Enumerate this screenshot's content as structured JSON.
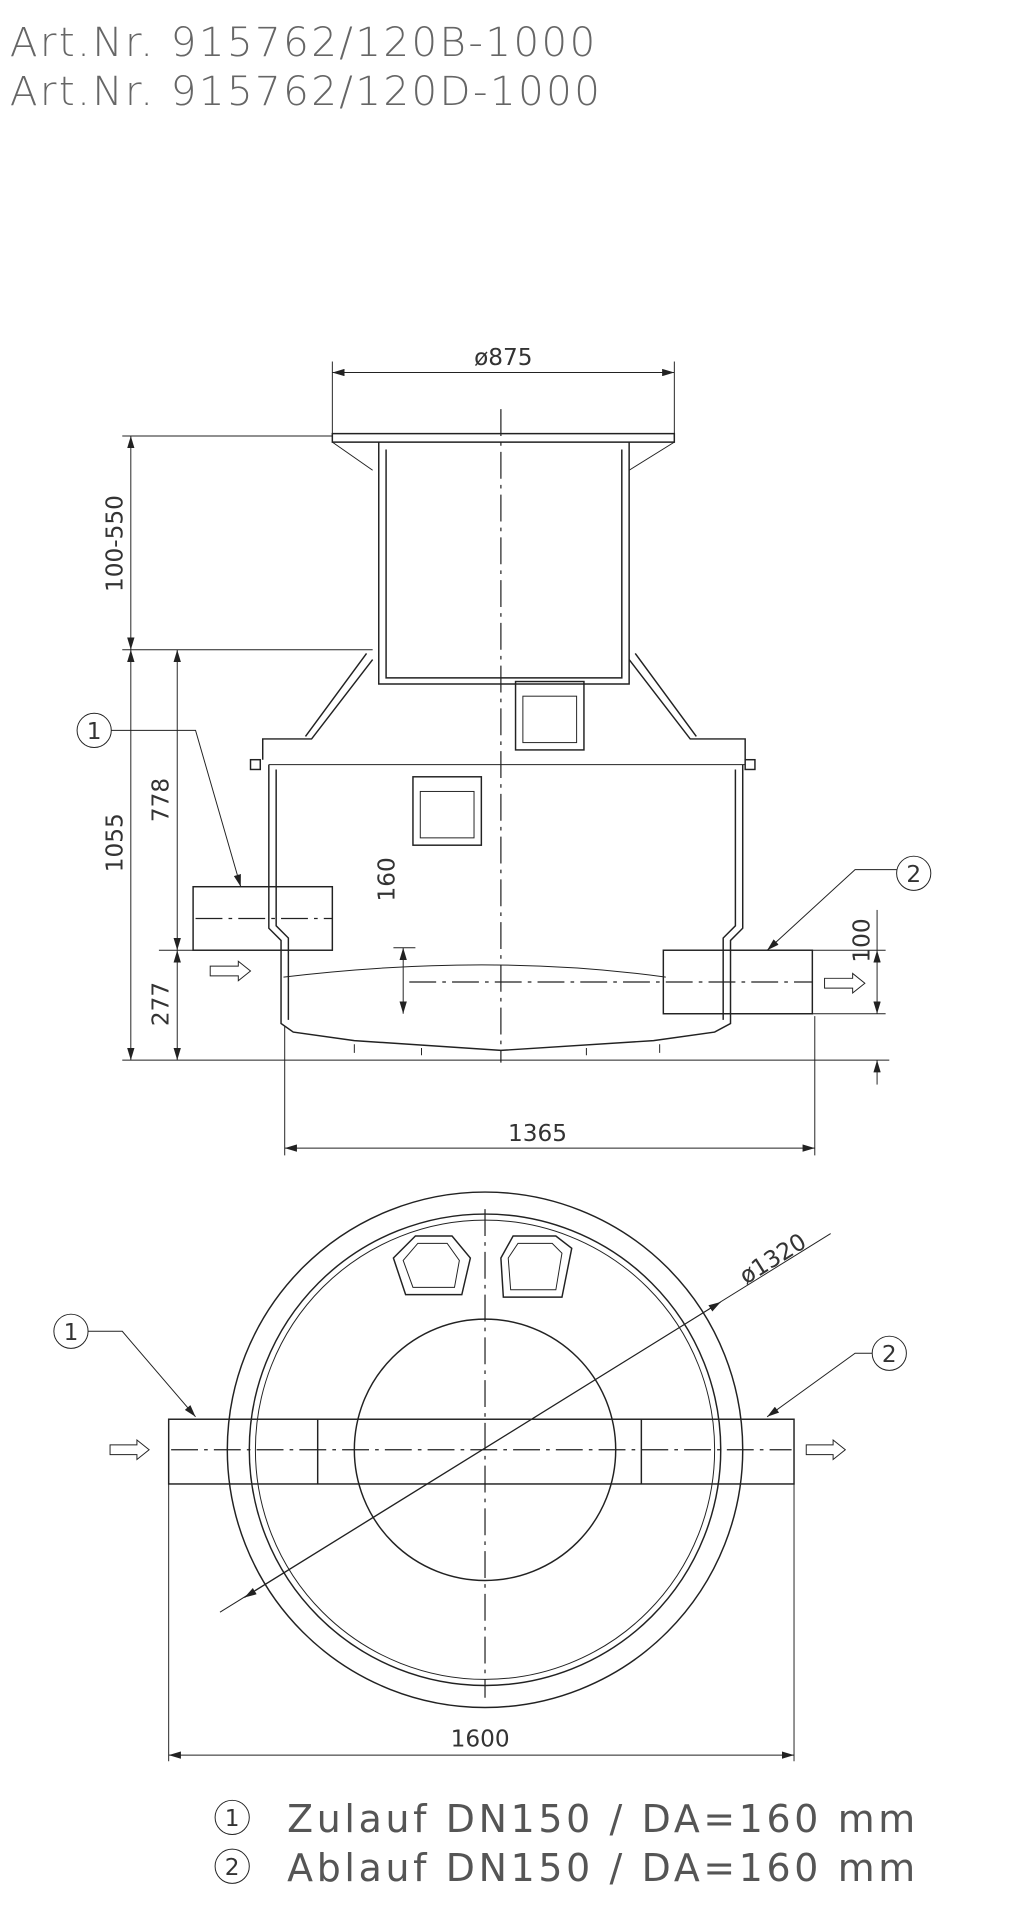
{
  "header": {
    "line1": "Art.Nr.  915762/120B-1000",
    "line2": "Art.Nr.  915762/120D-1000"
  },
  "side_view": {
    "dims": {
      "diameter_top": "ø875",
      "riser": "100-550",
      "d778": "778",
      "d1055": "1055",
      "d277": "277",
      "d160": "160",
      "d100": "100",
      "width": "1365"
    },
    "callout_inlet": "1",
    "callout_outlet": "2"
  },
  "plan_view": {
    "dims": {
      "diameter": "ø1320",
      "width": "1600"
    },
    "callout_inlet": "1",
    "callout_outlet": "2"
  },
  "legend": [
    {
      "num": "1",
      "text": "Zulauf  DN150  /  DA=160  mm"
    },
    {
      "num": "2",
      "text": "Ablauf  DN150  /  DA=160  mm"
    }
  ]
}
